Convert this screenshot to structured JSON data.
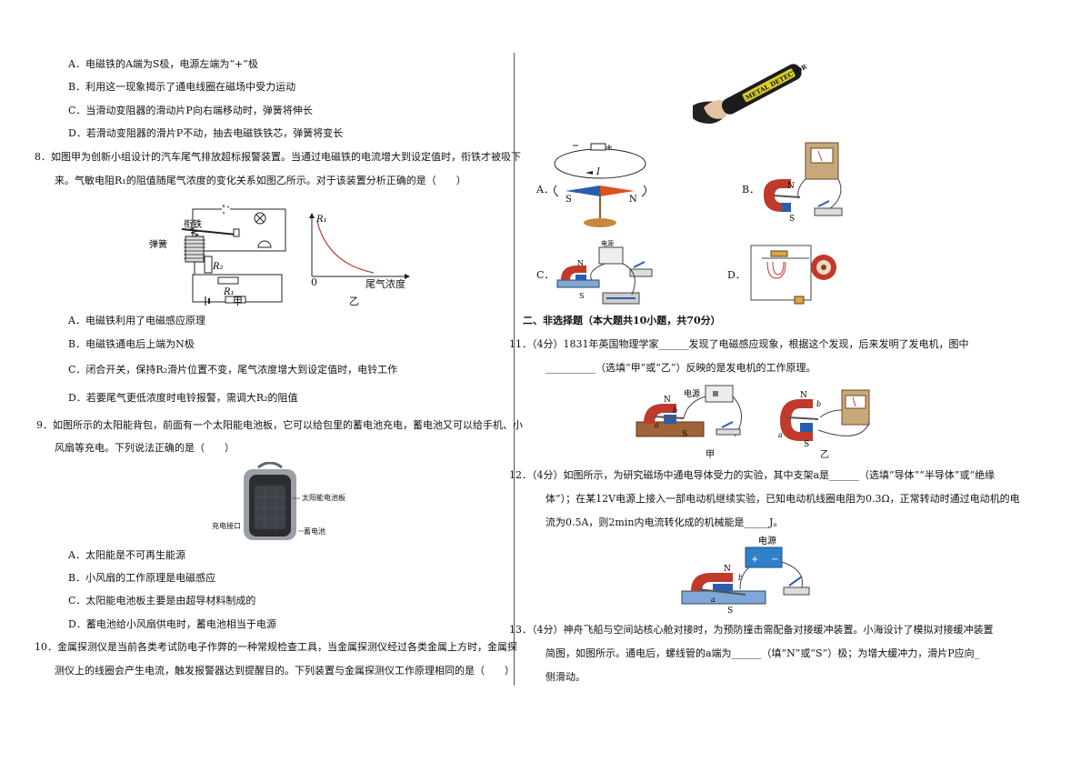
{
  "left": {
    "q7_options": {
      "A": "A．电磁铁的A端为S极，电源左端为“+”极",
      "B": "B．利用这一现象揭示了通电线圈在磁场中受力运动",
      "C": "C．当滑动变阻器的滑动片P向右端移动时，弹簧将伸长",
      "D": "D．若滑动变阻器的滑片P不动，抽去电磁铁铁芯，弹簧将变长"
    },
    "q8": {
      "stem_line1": "8．如图甲为创新小组设计的汽车尾气排放超标报警装置。当通过电磁铁的电流增大到设定值时，衔铁才被吸下",
      "stem_line2": "来。气敏电阻R₁的阻值随尾气浓度的变化关系如图乙所示。对于该装置分析正确的是（　　）",
      "fig_labels": {
        "armature": "衔铁",
        "spring": "弹簧",
        "r2": "R₂",
        "r1": "R₁",
        "jia": "甲",
        "axis_y": "R₁",
        "origin": "0",
        "axis_x": "尾气浓度",
        "yi": "乙"
      },
      "options": {
        "A": "A．电磁铁利用了电磁感应原理",
        "B": "B．电磁铁通电后上端为N极",
        "C": "C．闭合开关，保持R₂滑片位置不变，尾气浓度增大到设定值时，电铃工作",
        "D": "D．若要尾气更低浓度时电铃报警，需调大R₂的阻值"
      }
    },
    "q9": {
      "stem_line1": "9．如图所示的太阳能背包，前面有一个太阳能电池板，它可以给包里的蓄电池充电，蓄电池又可以给手机、小",
      "stem_line2": "风扇等充电。下列说法正确的是（　　）",
      "fig_labels": {
        "panel": "太阳能电池板",
        "port": "充电接口",
        "battery": "蓄电池"
      },
      "options": {
        "A": "A．太阳能是不可再生能源",
        "B": "B．小风扇的工作原理是电磁感应",
        "C": "C．太阳能电池板主要是由超导材料制成的",
        "D": "D．蓄电池给小风扇供电时，蓄电池相当于电源"
      }
    },
    "q10": {
      "stem_line1": "10．金属探测仪是当前各类考试防电子作弊的一种常规检查工具，当金属探测仪经过各类金属上方时，金属探",
      "stem_line2": "测仪上的线圈会产生电流，触发报警器达到提醒目的。下列装置与金属探测仪工作原理相同的是（　　）"
    }
  },
  "right": {
    "q10_fig": {
      "detector_text": "METAL DETECTOR",
      "A": "A．",
      "B": "B．",
      "C": "C．",
      "D": "D．",
      "a_current": "I",
      "a_s": "S",
      "a_n": "N",
      "b_n": "N",
      "b_s": "S",
      "c_n": "N",
      "c_s": "S",
      "c_source": "电源"
    },
    "section2": "二、非选择题（本大题共10小题，共70分）",
    "q11": {
      "line1": "11．（4分）1831年英国物理学家______发现了电磁感应现象，根据这个发现，后来发明了发电机，图中",
      "line2": "__________（选填“甲”或“乙”）反映的是发电机的工作原理。",
      "fig_source": "电源",
      "fig_n": "N",
      "fig_s": "S",
      "fig_a": "a",
      "fig_b": "b",
      "jia": "甲",
      "yi": "乙"
    },
    "q12": {
      "line1": "12．（4分）如图所示，为研究磁场中通电导体受力的实验，其中支架a是______（选填“导体”“半导体”或“绝缘",
      "line2": "体”）；在某12V电源上接入一部电动机继续实验，已知电动机线圈电阻为0.3Ω，正常转动时通过电动机的电",
      "line3": "流为0.5A，则2min内电流转化成的机械能是_____J。",
      "fig_source": "电源",
      "fig_n": "N",
      "fig_s": "S",
      "fig_a": "a",
      "fig_b": "b"
    },
    "q13": {
      "line1": "13．（4分）神舟飞船与空间站核心舱对接时，为预防撞击需配备对接缓冲装置。小海设计了模拟对接缓冲装置",
      "line2": "简图，如图所示。通电后，螺线管的a端为______（填“N”或“S”）极；为增大缓冲力，滑片P应向_",
      "line3": "侧滑动。"
    }
  }
}
